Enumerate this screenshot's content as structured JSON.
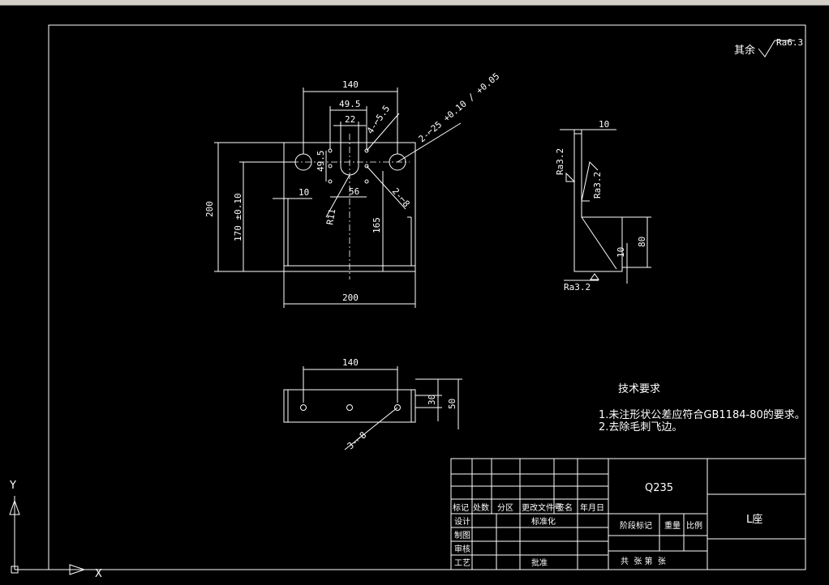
{
  "drawing": {
    "surface_note": "其余",
    "surface_note_ra": "Ra6.3",
    "front_view": {
      "dim_top_width": "140",
      "dim_slot_span": "49.5",
      "dim_slot_width": "22",
      "dim_slot_height": "49.5",
      "dim_hole_depth": "4-⌐5.5",
      "dim_holes_tol": "2-⌐25 +0.10 / +0.05",
      "dim_offset": "10",
      "dim_center": "56",
      "dim_hole_small": "2-⌐8",
      "dim_radius": "R11",
      "dim_height_full": "200",
      "dim_height_tol": "170 ±0.10",
      "dim_height_inner": "165",
      "dim_bottom_width": "200"
    },
    "side_view": {
      "dim_thickness": "10",
      "ra_outer": "Ra3.2",
      "ra_inner": "Ra3.2",
      "ra_bottom": "Ra3.2",
      "dim_rib": "10",
      "dim_rib_height": "80"
    },
    "top_view": {
      "dim_width": "140",
      "dim_h1": "30",
      "dim_h2": "50",
      "dim_holes": "3-⌐8"
    },
    "tech_req": {
      "title": "技术要求",
      "line1": "1.未注形状公差应符合GB1184-80的要求。",
      "line2": "2.去除毛刺飞边。"
    },
    "title_block": {
      "material": "Q235",
      "part_name": "L座",
      "hdr_mark": "标记",
      "hdr_count": "处数",
      "hdr_zone": "分区",
      "hdr_docno": "更改文件号",
      "hdr_sign": "签名",
      "hdr_date": "年月日",
      "design": "设计",
      "standard": "标准化",
      "draw": "制图",
      "check": "审核",
      "process": "工艺",
      "approve": "批准",
      "stage": "阶段标记",
      "weight": "重量",
      "scale": "比例",
      "sheets": "共  张 第  张"
    }
  },
  "ucs": {
    "y_label": "Y",
    "x_label": "X"
  }
}
